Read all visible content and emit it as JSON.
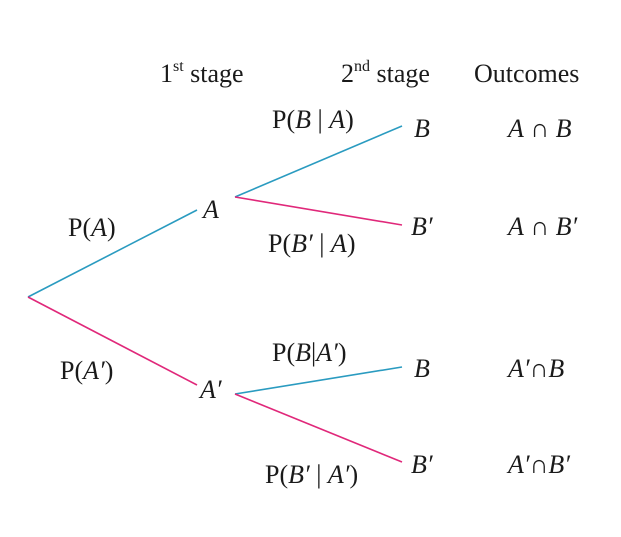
{
  "headers": {
    "stage1_num": "1",
    "stage1_sup": "st",
    "stage1_word": "stage",
    "stage2_num": "2",
    "stage2_sup": "nd",
    "stage2_word": "stage",
    "outcomes": "Outcomes"
  },
  "nodes": {
    "a": "A",
    "a_comp": "A′",
    "b_top": "B",
    "b_comp_top": "B′",
    "b_bottom": "B",
    "b_comp_bottom": "B′"
  },
  "branch_labels": {
    "p_a": {
      "pre": "P(",
      "v1": "A",
      "post": ")"
    },
    "p_a_comp": {
      "pre": "P(",
      "v1": "A′",
      "post": ")"
    },
    "p_b_given_a": {
      "pre": "P(",
      "v1": "B",
      "mid": " | ",
      "v2": "A",
      "post": ")"
    },
    "p_bc_given_a": {
      "pre": "P(",
      "v1": "B′",
      "mid": " | ",
      "v2": "A",
      "post": ")"
    },
    "p_b_given_ac": {
      "pre": "P(",
      "v1": "B",
      "mid": "|",
      "v2": "A′",
      "post": ")"
    },
    "p_bc_given_ac": {
      "pre": "P(",
      "v1": "B′",
      "mid": " | ",
      "v2": "A′",
      "post": ")"
    }
  },
  "outcomes": {
    "o1": {
      "left": "A",
      "op": " ∩ ",
      "right": "B"
    },
    "o2": {
      "left": "A",
      "op": " ∩ ",
      "right": "B′"
    },
    "o3": {
      "left": "A′",
      "op": "∩",
      "right": "B"
    },
    "o4": {
      "left": "A′",
      "op": "∩",
      "right": "B′"
    }
  },
  "colors": {
    "upper_branch": "#2a9bc0",
    "lower_branch": "#e0287a",
    "text": "#1a1a1a"
  }
}
